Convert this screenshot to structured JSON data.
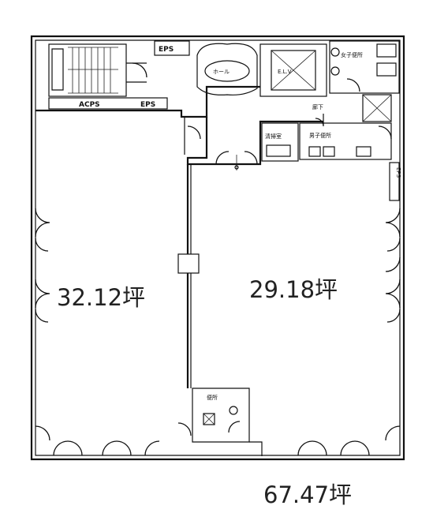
{
  "labels": {
    "eps_top": "EPS",
    "hall": "ホール",
    "elv": "E.L.V",
    "acps": "ACPS",
    "eps_mid": "EPS",
    "corridor": "廊下",
    "cleaning": "清掃室",
    "women_wc": "女子便所",
    "men_wc": "男子便所",
    "eps_right": "EPS",
    "wc_bottom": "便所"
  },
  "areas": {
    "left_unit": "32.12坪",
    "right_unit": "29.18坪",
    "total": "67.47坪"
  }
}
